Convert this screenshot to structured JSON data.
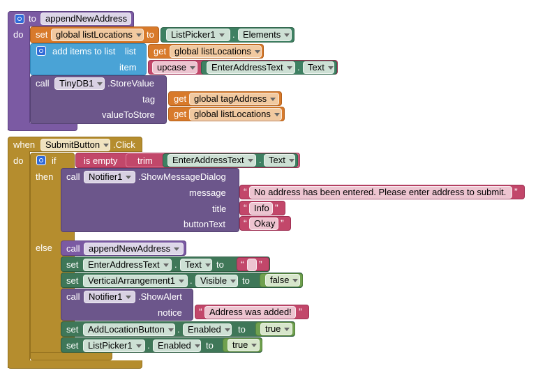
{
  "procedure": {
    "to_kw": "to",
    "name": "appendNewAddress",
    "do_kw": "do",
    "set_kw": "set",
    "var1": "global listLocations",
    "to_kw2": "to",
    "picker": "ListPicker1",
    "dot": ".",
    "elements_prop": "Elements",
    "add_items_label": "add items to list",
    "list_label": "list",
    "get_kw": "get",
    "get_var1": "global listLocations",
    "item_label": "item",
    "upcase_label": "upcase",
    "enter_component": "EnterAddressText",
    "text_prop": "Text",
    "call_kw": "call",
    "tinydb": "TinyDB1",
    "store_method": ".StoreValue",
    "tag_label": "tag",
    "get_var2": "global tagAddress",
    "value_label": "valueToStore",
    "get_var3": "global listLocations"
  },
  "event": {
    "when_kw": "when",
    "component": "SubmitButton",
    "event_name": ".Click",
    "do_kw": "do",
    "if_kw": "if",
    "is_empty_label": "is empty",
    "trim_label": "trim",
    "enter_component": "EnterAddressText",
    "text_prop": "Text",
    "then_kw": "then",
    "call_kw": "call",
    "notifier": "Notifier1",
    "show_message": ".ShowMessageDialog",
    "message_label": "message",
    "message_text": "No address has been entered. Please enter address to submit.",
    "title_label": "title",
    "title_text": "Info",
    "button_label": "buttonText",
    "button_text": "Okay",
    "else_kw": "else",
    "call_proc": "appendNewAddress",
    "set_kw": "set",
    "enter_set_component": "EnterAddressText",
    "text_set_prop": "Text",
    "to_kw": "to",
    "empty_text": "",
    "va_component": "VerticalArrangement1",
    "visible_prop": "Visible",
    "false_val": "false",
    "show_alert": ".ShowAlert",
    "notice_label": "notice",
    "notice_text": "Address was added!",
    "add_loc_button": "AddLocationButton",
    "enabled_prop": "Enabled",
    "true_val": "true",
    "picker": "ListPicker1",
    "enabled_prop2": "Enabled",
    "true_val2": "true"
  },
  "icons": {
    "mutator": "gear-icon",
    "dropdown": "chevron-down-icon",
    "open_quote": "“",
    "close_quote": "”"
  }
}
